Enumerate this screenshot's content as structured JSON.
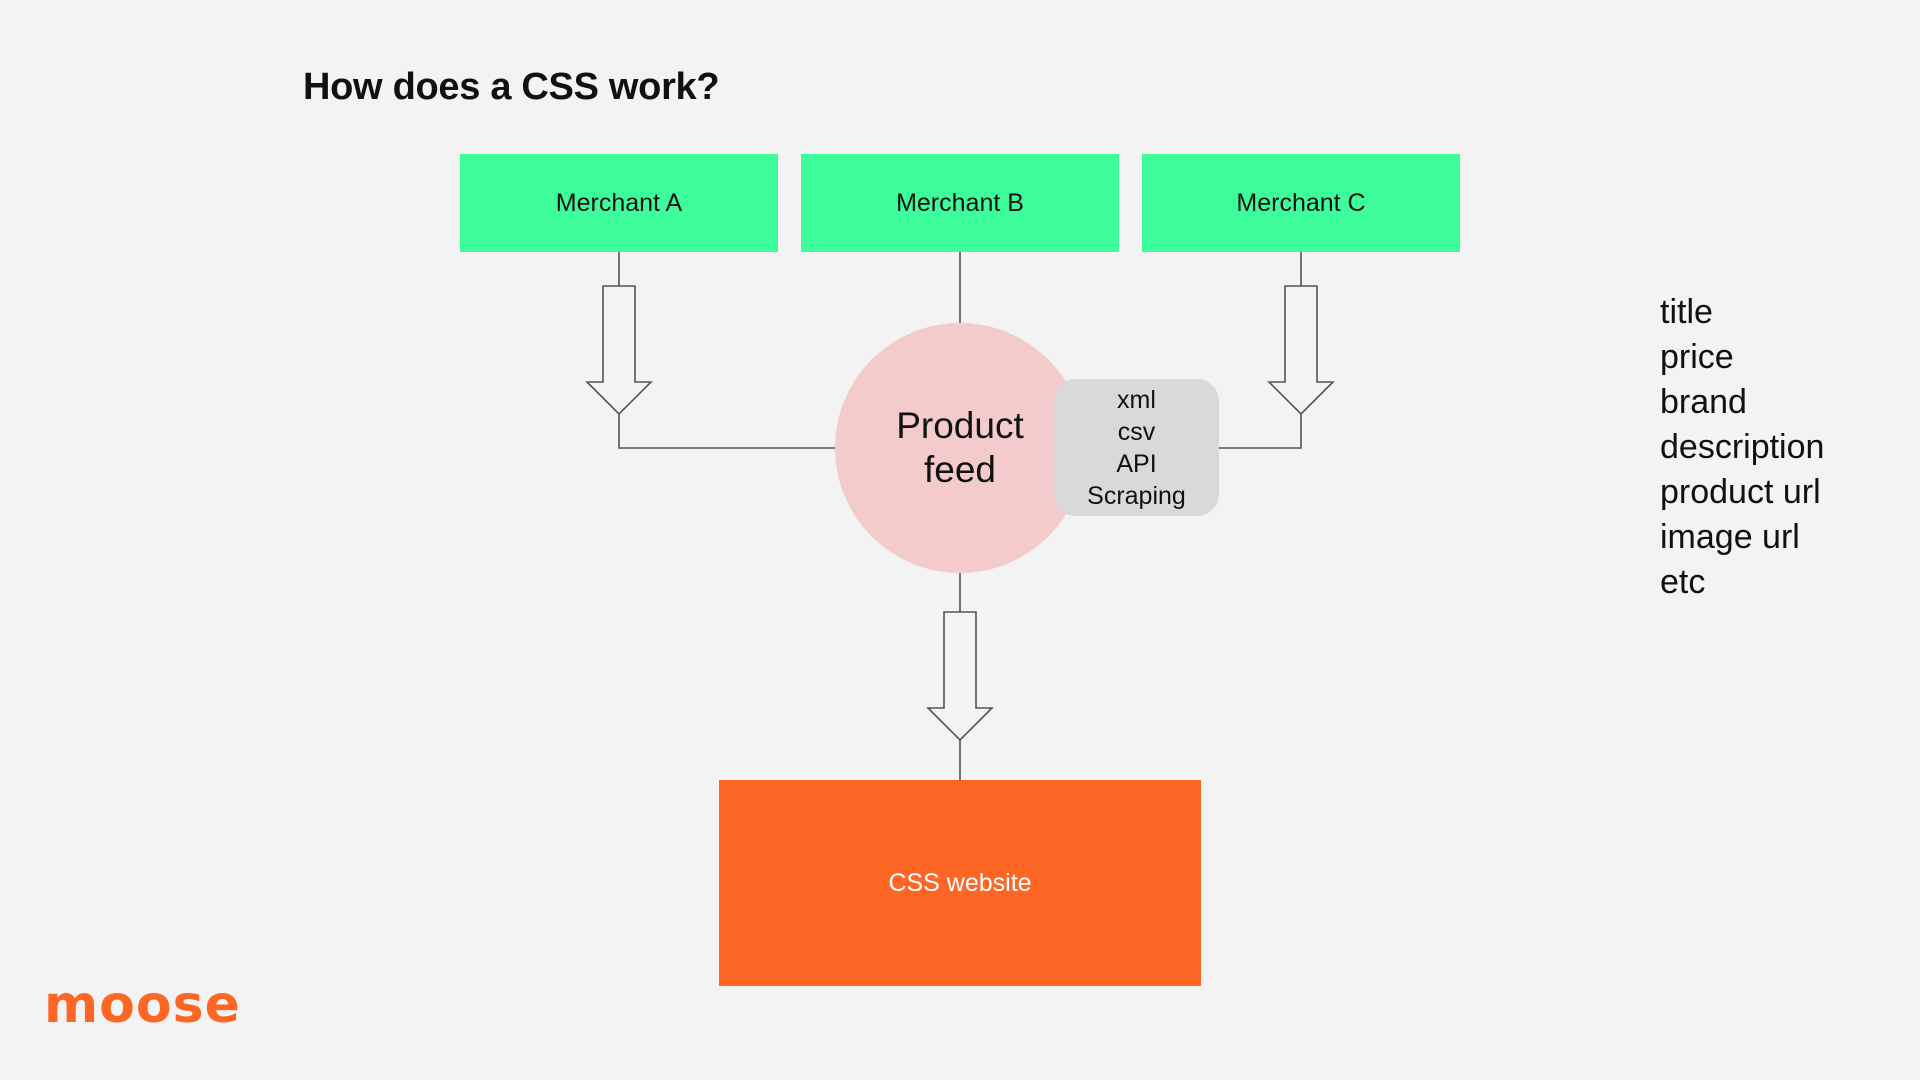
{
  "title": "How does a CSS work?",
  "merchants": [
    {
      "label": "Merchant A"
    },
    {
      "label": "Merchant B"
    },
    {
      "label": "Merchant C"
    }
  ],
  "hub": {
    "line1": "Product",
    "line2": "feed"
  },
  "formats": [
    "xml",
    "csv",
    "API",
    "Scraping"
  ],
  "destination": {
    "label": "CSS website"
  },
  "fields": [
    "title",
    "price",
    "brand",
    "description",
    "product url",
    "image url",
    "etc"
  ],
  "logo": "moose",
  "colors": {
    "background": "#f3f3f3",
    "merchant": "#3dfd9b",
    "hub": "#f3cbcb",
    "formats": "#d9d9d9",
    "destination": "#fe6625",
    "logo": "#fe6625"
  }
}
